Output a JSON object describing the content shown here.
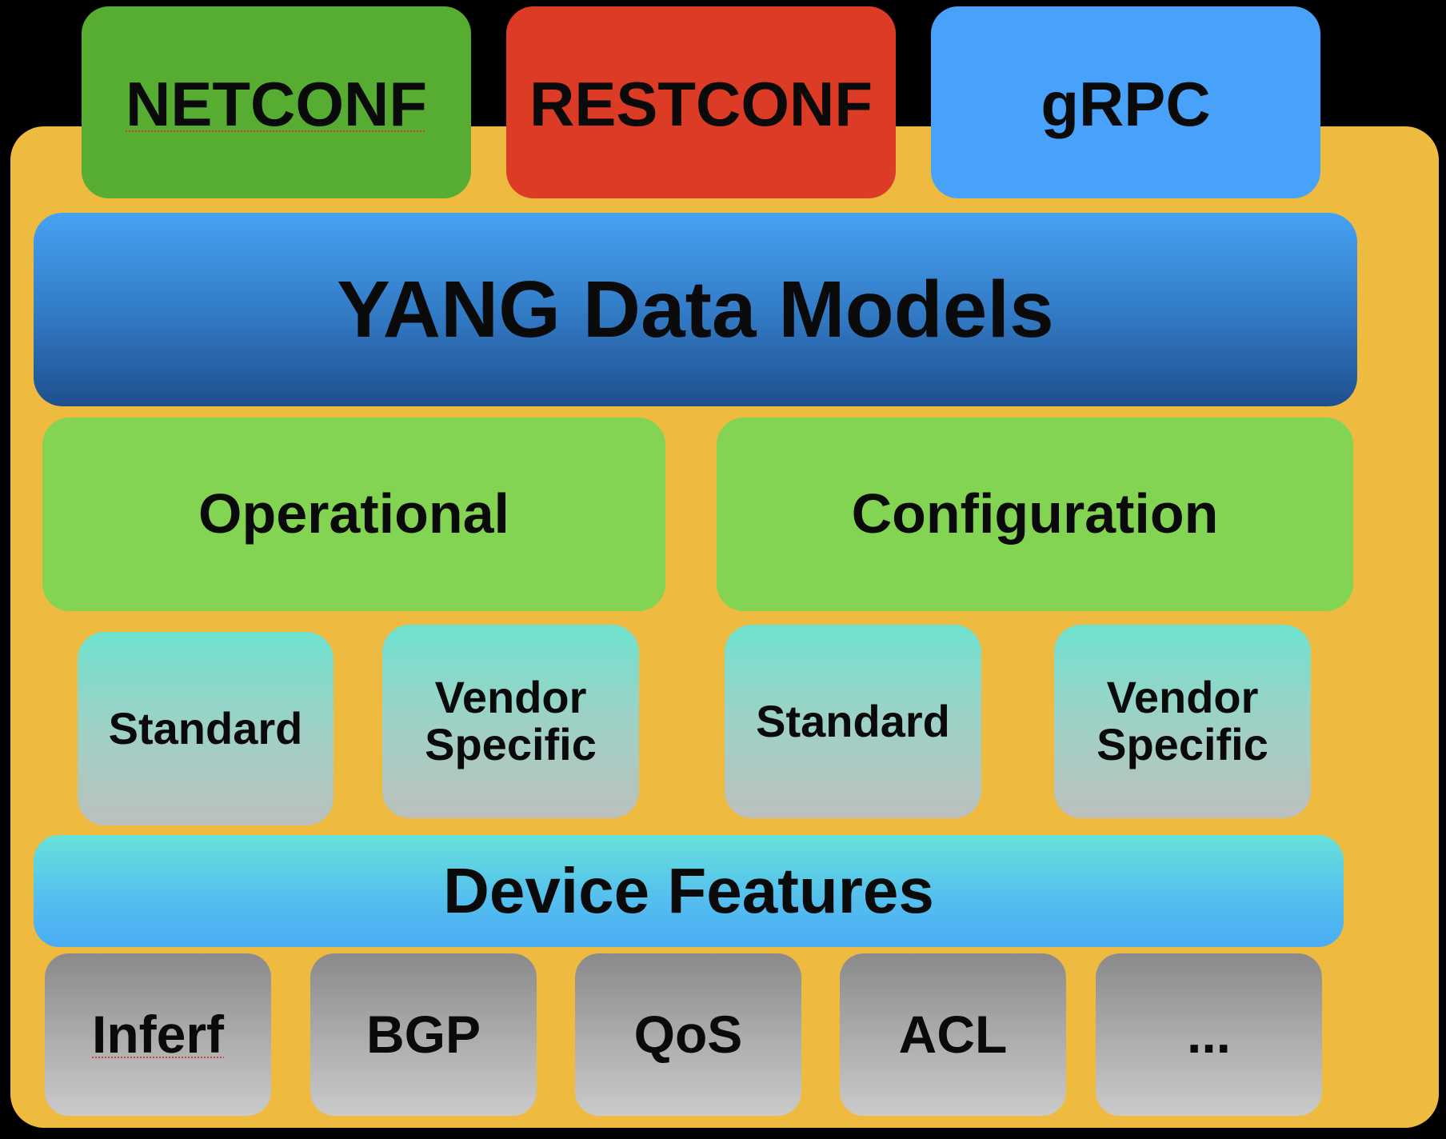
{
  "protocols": [
    "NETCONF",
    "RESTCONF",
    "gRPC"
  ],
  "main_layer": "YANG Data Models",
  "categories": [
    "Operational",
    "Configuration"
  ],
  "model_types": [
    "Standard",
    "Vendor\nSpecific",
    "Standard",
    "Vendor\nSpecific"
  ],
  "features_layer": "Device Features",
  "features": [
    "Inferf",
    "BGP",
    "QoS",
    "ACL",
    "..."
  ],
  "colors": {
    "background": "#000000",
    "frame": "#eeba40",
    "netconf": "#56ad32",
    "restconf": "#dc3b26",
    "grpc": "#48a2f9",
    "yang": "#3178c2",
    "category": "#84d453",
    "model_type": "#9ed1c6",
    "features_layer": "#55c0ee",
    "feature": "#ababab"
  }
}
